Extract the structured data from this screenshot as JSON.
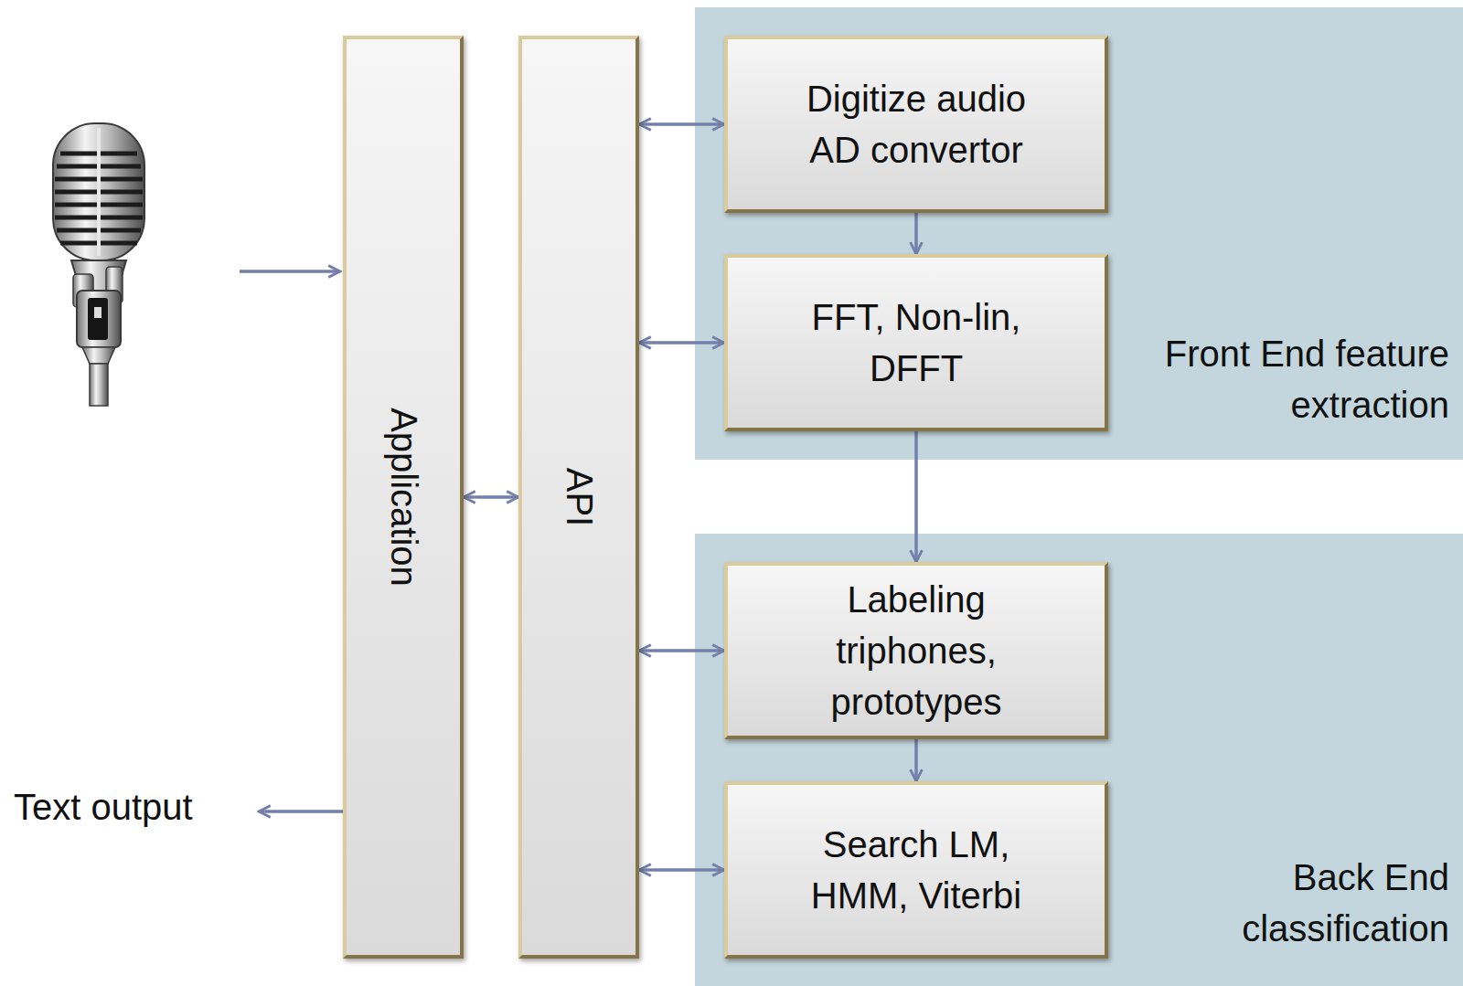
{
  "diagram": {
    "nodes": [
      {
        "text": [
          "Application"
        ]
      },
      {
        "text": [
          "API"
        ]
      },
      {
        "text": [
          "Front End feature extraction"
        ]
      },
      {
        "text": [
          "Digitize audio AD convertor"
        ],
        "in": 2
      },
      {
        "text": [
          "FFT, Non-lin, DFFT"
        ],
        "in": 2
      },
      {
        "text": [
          "Back End classification"
        ]
      },
      {
        "text": [
          "Labeling triphones, prototypes"
        ],
        "in": 5
      },
      {
        "text": [
          "Search LM, HMM, Viterbi"
        ],
        "in": 5
      }
    ],
    "edges": [
      {
        "from": 0,
        "to": 1,
        "arrow": "both"
      },
      {
        "from": 1,
        "to": 3,
        "arrow": "both"
      },
      {
        "from": 1,
        "to": 4,
        "arrow": "both"
      },
      {
        "from": 1,
        "to": 6,
        "arrow": "both"
      },
      {
        "from": 1,
        "to": 7,
        "arrow": "both"
      },
      {
        "from": 3,
        "to": 4,
        "arrow": "to"
      },
      {
        "from": 4,
        "to": 6,
        "arrow": "to"
      },
      {
        "from": 6,
        "to": 7,
        "arrow": "to"
      }
    ],
    "labels": [
      "Text output"
    ]
  }
}
